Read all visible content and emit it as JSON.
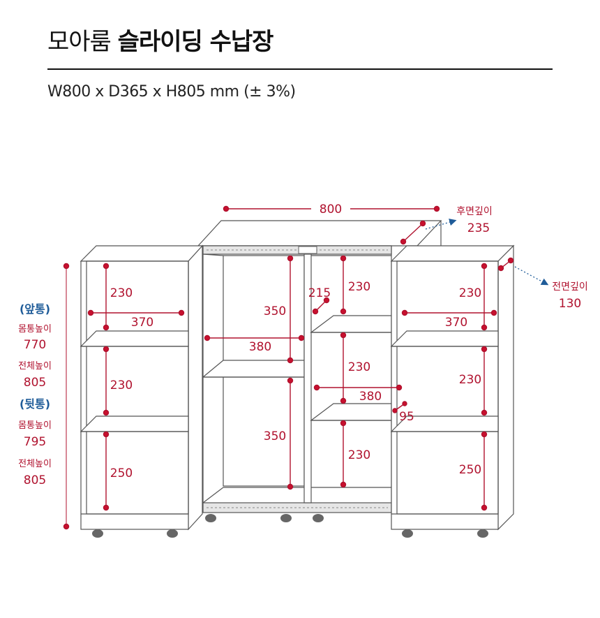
{
  "header": {
    "title_light": "모아룸 ",
    "title_bold": "슬라이딩 수납장",
    "dimensions": "W800 x D365 x H805 mm (± 3%)"
  },
  "colors": {
    "line": "#555555",
    "dim": "#b0122e",
    "accent": "#c8102e",
    "blue": "#1f5c99"
  },
  "dimensions": {
    "total_width": "800",
    "rear_depth_label": "후면깊이",
    "rear_depth": "235",
    "front_depth_label": "전면깊이",
    "front_depth": "130",
    "left_top_shelf": "230",
    "left_width": "370",
    "left_mid_shelf": "230",
    "left_bottom_shelf": "250",
    "center_top": "350",
    "center_width": "380",
    "center_bottom": "350",
    "inner_depth": "215",
    "inner_top": "230",
    "inner_mid": "230",
    "inner_width": "380",
    "inner_gap": "95",
    "inner_bottom": "230",
    "right_top_shelf": "230",
    "right_width": "370",
    "right_mid_shelf": "230",
    "right_bottom_shelf": "250"
  },
  "side_labels": {
    "front_title": "(앞통)",
    "front_body_label": "몸통높이",
    "front_body": "770",
    "front_total_label": "전체높이",
    "front_total": "805",
    "rear_title": "(뒷통)",
    "rear_body_label": "몸통높이",
    "rear_body": "795",
    "rear_total_label": "전체높이",
    "rear_total": "805"
  }
}
